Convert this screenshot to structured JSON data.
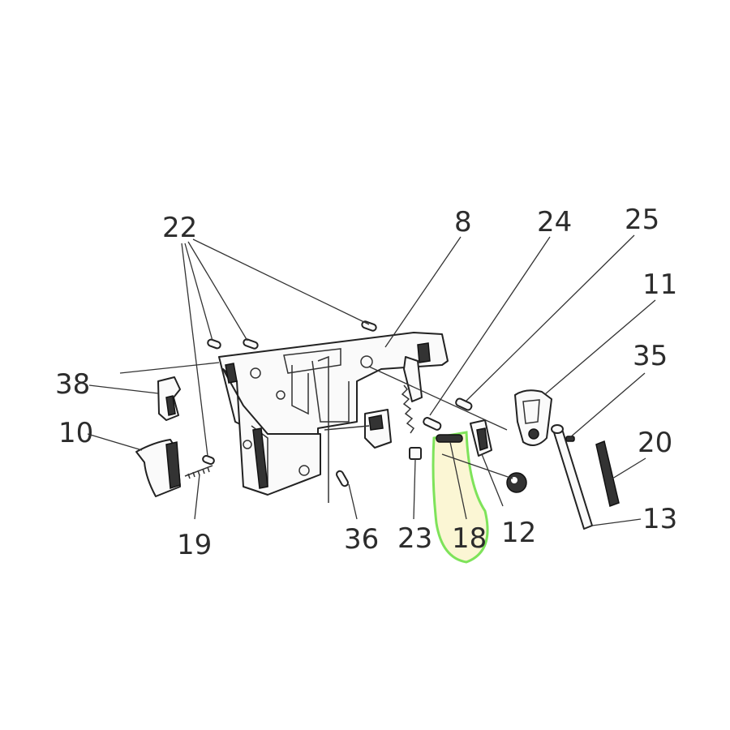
{
  "diagram": {
    "labels": [
      "22",
      "8",
      "24",
      "25",
      "11",
      "35",
      "38",
      "10",
      "20",
      "19",
      "36",
      "23",
      "18",
      "12",
      "13"
    ]
  },
  "highlight": {
    "part": "18",
    "outline_color": "#7ee35a",
    "fill_color": "#fbf6d4"
  }
}
